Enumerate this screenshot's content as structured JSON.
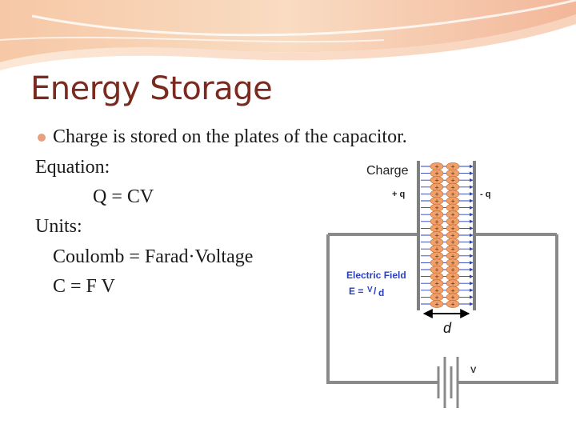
{
  "slide": {
    "title": "Energy Storage",
    "lines": [
      "Charge is stored on the plates of the capacitor.",
      "Equation:",
      "Q = CV",
      "Units:",
      "Coulomb = Farad·Voltage",
      "C = F V"
    ]
  },
  "diagram": {
    "charge_label": "Charge",
    "plus_q": "+ q",
    "minus_q": "- q",
    "field_label": "Electric Field",
    "field_eq_prefix": "E = ",
    "field_eq_v": "V",
    "field_eq_slash": "/",
    "field_eq_d": "d",
    "distance_label": "d",
    "voltage_label": "V",
    "plus_sign": "+",
    "colors": {
      "title": "#7a2a1f",
      "charge_fill": "#f0a068",
      "field_arrow": "#2a3fbf",
      "field_text": "#2a3fbf",
      "plate": "#808080",
      "wire": "#8a8a8a"
    }
  }
}
